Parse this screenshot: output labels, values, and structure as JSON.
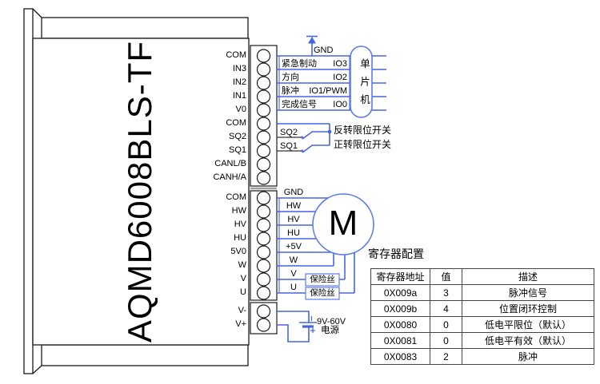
{
  "device": {
    "name": "AQMD6008BLS-TF"
  },
  "terminal_blocks": {
    "block1": [
      "COM",
      "IN3",
      "IN2",
      "IN1",
      "V0",
      "COM",
      "SQ2",
      "SQ1",
      "CANL/B",
      "CANH/A"
    ],
    "block2": [
      "COM",
      "HW",
      "HV",
      "HU",
      "5V0",
      "W",
      "V",
      "U"
    ],
    "block3": [
      "V-",
      "V+"
    ]
  },
  "mcu_section": {
    "gnd_label": "GND",
    "wires": [
      {
        "signal": "紧急制动",
        "io": "IO3"
      },
      {
        "signal": "方向",
        "io": "IO2"
      },
      {
        "signal": "脉冲",
        "io": "IO1/PWM"
      },
      {
        "signal": "完成信号",
        "io": "IO0"
      }
    ],
    "mcu_label": "单片机"
  },
  "limit_switch_section": {
    "sq2_label": "SQ2",
    "sq1_label": "SQ1",
    "sq2_switch_name": "反转限位开关",
    "sq1_switch_name": "正转限位开关"
  },
  "motor_section": {
    "wire_labels": [
      "GND",
      "HW",
      "HV",
      "HU",
      "+5V",
      "W",
      "V",
      "U"
    ],
    "fuse_label": "保险丝",
    "motor_label": "M"
  },
  "power_section": {
    "range": "9V-60V",
    "label": "电源",
    "plus_mark": "+"
  },
  "register_table": {
    "title": "寄存器配置",
    "headers": [
      "寄存器地址",
      "值",
      "描述"
    ],
    "rows": [
      [
        "0X009a",
        "3",
        "脉冲信号"
      ],
      [
        "0X009b",
        "4",
        "位置闭环控制"
      ],
      [
        "0X0080",
        "0",
        "低电平限位（默认）"
      ],
      [
        "0X0081",
        "0",
        "低电平有效（默认）"
      ],
      [
        "0X0083",
        "2",
        "脉冲"
      ]
    ]
  },
  "colors": {
    "wire_blue": "#4565e2",
    "shape_blue": "#5b7ce8",
    "outline_black": "#000000"
  }
}
